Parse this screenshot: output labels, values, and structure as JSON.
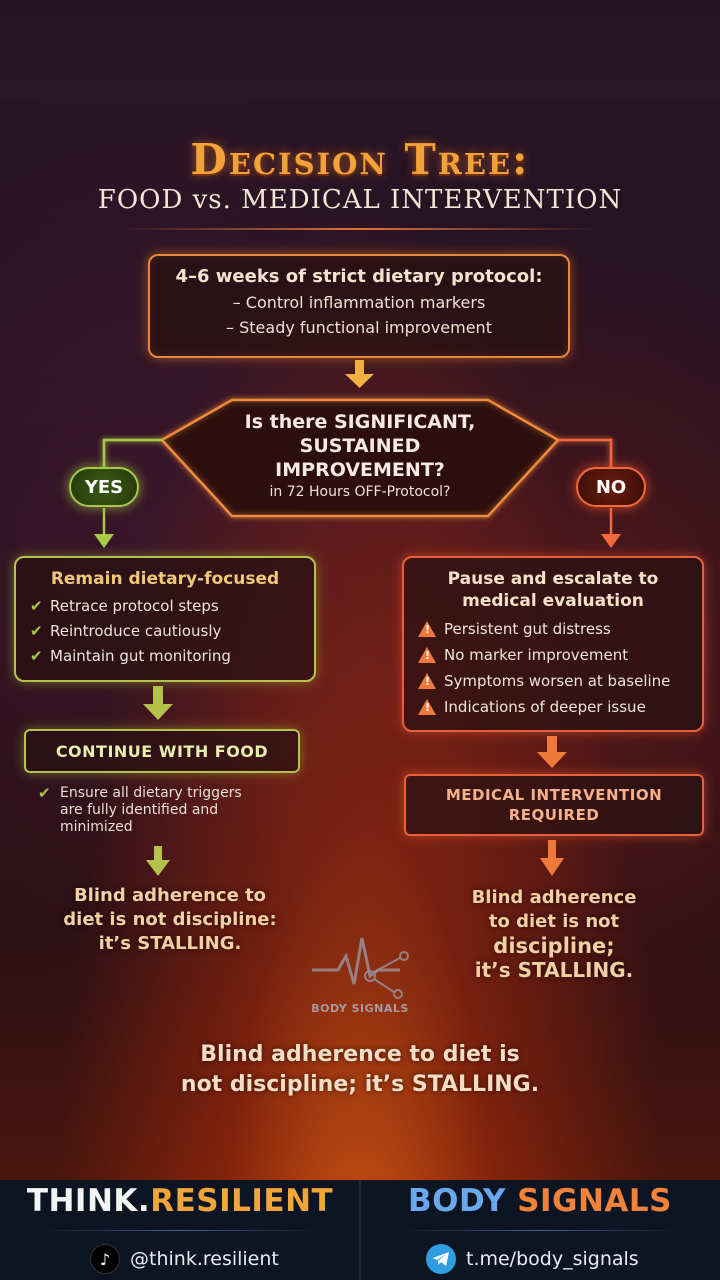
{
  "title": "Decision Tree:",
  "subtitle": "FOOD vs. MEDICAL INTERVENTION",
  "protocol": {
    "heading": "4–6 weeks of strict dietary protocol:",
    "lines": [
      "– Control inflammation markers",
      "– Steady functional improvement"
    ]
  },
  "decision": {
    "question_lines": [
      "Is there SIGNIFICANT,",
      "SUSTAINED",
      "IMPROVEMENT?"
    ],
    "subquestion": "in 72 Hours OFF-Protocol?",
    "yes_label": "YES",
    "no_label": "NO"
  },
  "yes_branch": {
    "heading": "Remain dietary-focused",
    "items": [
      "Retrace protocol steps",
      "Reintroduce cautiously",
      "Maintain gut monitoring"
    ],
    "action": "CONTINUE WITH FOOD",
    "note_lines": [
      "Ensure all dietary triggers",
      "are fully identified and",
      "minimized"
    ],
    "conclusion_lines": [
      "Blind adherence to",
      "diet is not discipline:",
      "it’s STALLING."
    ]
  },
  "no_branch": {
    "heading_lines": [
      "Pause and escalate to",
      "medical evaluation"
    ],
    "items": [
      "Persistent gut distress",
      "No marker improvement",
      "Symptoms worsen at baseline",
      "Indications of deeper issue"
    ],
    "action_lines": [
      "MEDICAL INTERVENTION",
      "REQUIRED"
    ],
    "conclusion_lines": [
      "Blind adherence",
      "to diet is not",
      "discipline;",
      "it’s STALLING."
    ]
  },
  "watermark": "BODY SIGNALS",
  "bottom_message_lines": [
    "Blind adherence to diet is",
    "not discipline; it’s STALLING."
  ],
  "footer": {
    "left_brand_a": "THINK.",
    "left_brand_b": "RESILIENT",
    "left_handle": "@think.resilient",
    "left_icon": "tiktok-icon",
    "right_brand_a": "BODY",
    "right_brand_b": " SIGNALS",
    "right_handle": "t.me/body_signals",
    "right_icon": "telegram-icon"
  },
  "colors": {
    "accent_orange": "#e58a3a",
    "yes_green": "#a8c84a",
    "no_red": "#f06a3a",
    "footer_bg": "#0d1522"
  }
}
